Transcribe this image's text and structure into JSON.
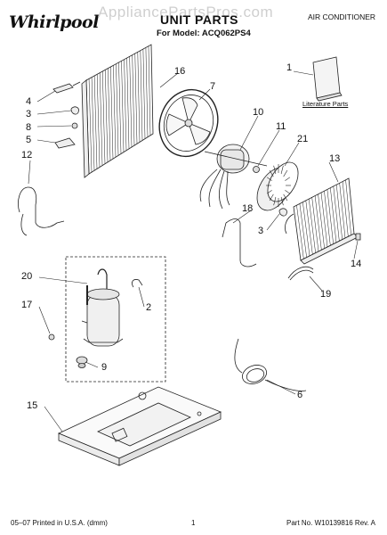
{
  "header": {
    "brand": "Whirlpool",
    "watermark": "AppliancePartsPros.com",
    "title": "UNIT PARTS",
    "model_line": "For Model: ACQ062PS4",
    "category": "AIR CONDITIONER"
  },
  "literature_label": "Literature Parts",
  "callouts": {
    "c1": "1",
    "c2": "2",
    "c3a": "3",
    "c3b": "3",
    "c4": "4",
    "c5": "5",
    "c6": "6",
    "c7": "7",
    "c8": "8",
    "c9": "9",
    "c10": "10",
    "c11": "11",
    "c12": "12",
    "c13": "13",
    "c14": "14",
    "c15": "15",
    "c16": "16",
    "c17": "17",
    "c18": "18",
    "c19": "19",
    "c20": "20",
    "c21": "21"
  },
  "footer": {
    "printed": "05–07 Printed in U.S.A. (dmm)",
    "page": "1",
    "part_number": "Part No. W10139816 Rev. A"
  }
}
